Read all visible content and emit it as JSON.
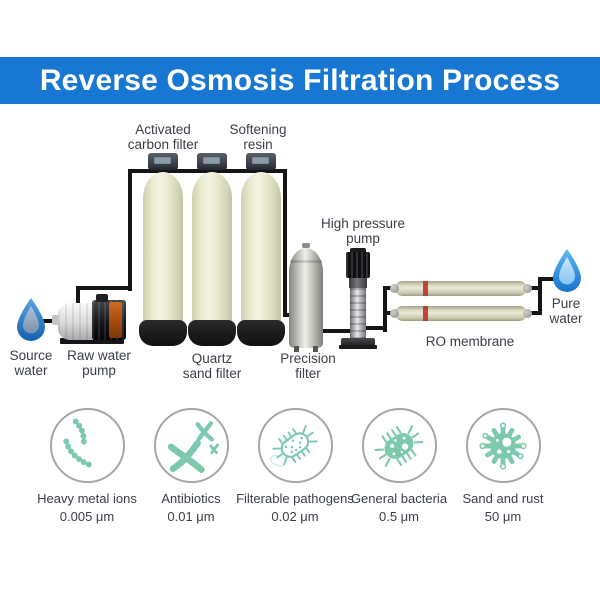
{
  "header": {
    "title": "Reverse Osmosis Filtration Process"
  },
  "process": {
    "source_water": {
      "line1": "Source",
      "line2": "water"
    },
    "raw_water_pump": {
      "line1": "Raw water",
      "line2": "pump"
    },
    "activated_carbon_filter": {
      "line1": "Activated",
      "line2": "carbon filter"
    },
    "quartz_sand_filter": {
      "line1": "Quartz",
      "line2": "sand filter"
    },
    "softening_resin": {
      "line1": "Softening",
      "line2": "resin"
    },
    "precision_filter": {
      "line1": "Precision",
      "line2": "filter"
    },
    "high_pressure_pump": {
      "line1": "High pressure",
      "line2": "pump"
    },
    "ro_membrane": {
      "label": "RO membrane"
    },
    "pure_water": {
      "line1": "Pure",
      "line2": "water"
    }
  },
  "contaminants": [
    {
      "name": "Heavy metal ions",
      "size": "0.005 μm",
      "icon": "heavy-metal-ions-icon"
    },
    {
      "name": "Antibiotics",
      "size": "0.01 μm",
      "icon": "antibiotics-icon"
    },
    {
      "name": "Filterable pathogens",
      "size": "0.02 μm",
      "icon": "filterable-pathogens-icon"
    },
    {
      "name": "General bacteria",
      "size": "0.5 μm",
      "icon": "general-bacteria-icon"
    },
    {
      "name": "Sand and rust",
      "size": "50 μm",
      "icon": "sand-and-rust-icon"
    }
  ],
  "colors": {
    "header_bg": "#1777d2",
    "header_text": "#ffffff",
    "pipe_black": "#151515",
    "tank_body_cream": "#ecedd6",
    "tank_base_black": "#1b1b1b",
    "membrane_band_red": "#c0322b",
    "water_drop_blue": "#2d8fdc",
    "contaminant_icon_teal": "#7cc9ab",
    "circle_border_gray": "#a6a6a6",
    "label_text": "#3b3f47"
  }
}
